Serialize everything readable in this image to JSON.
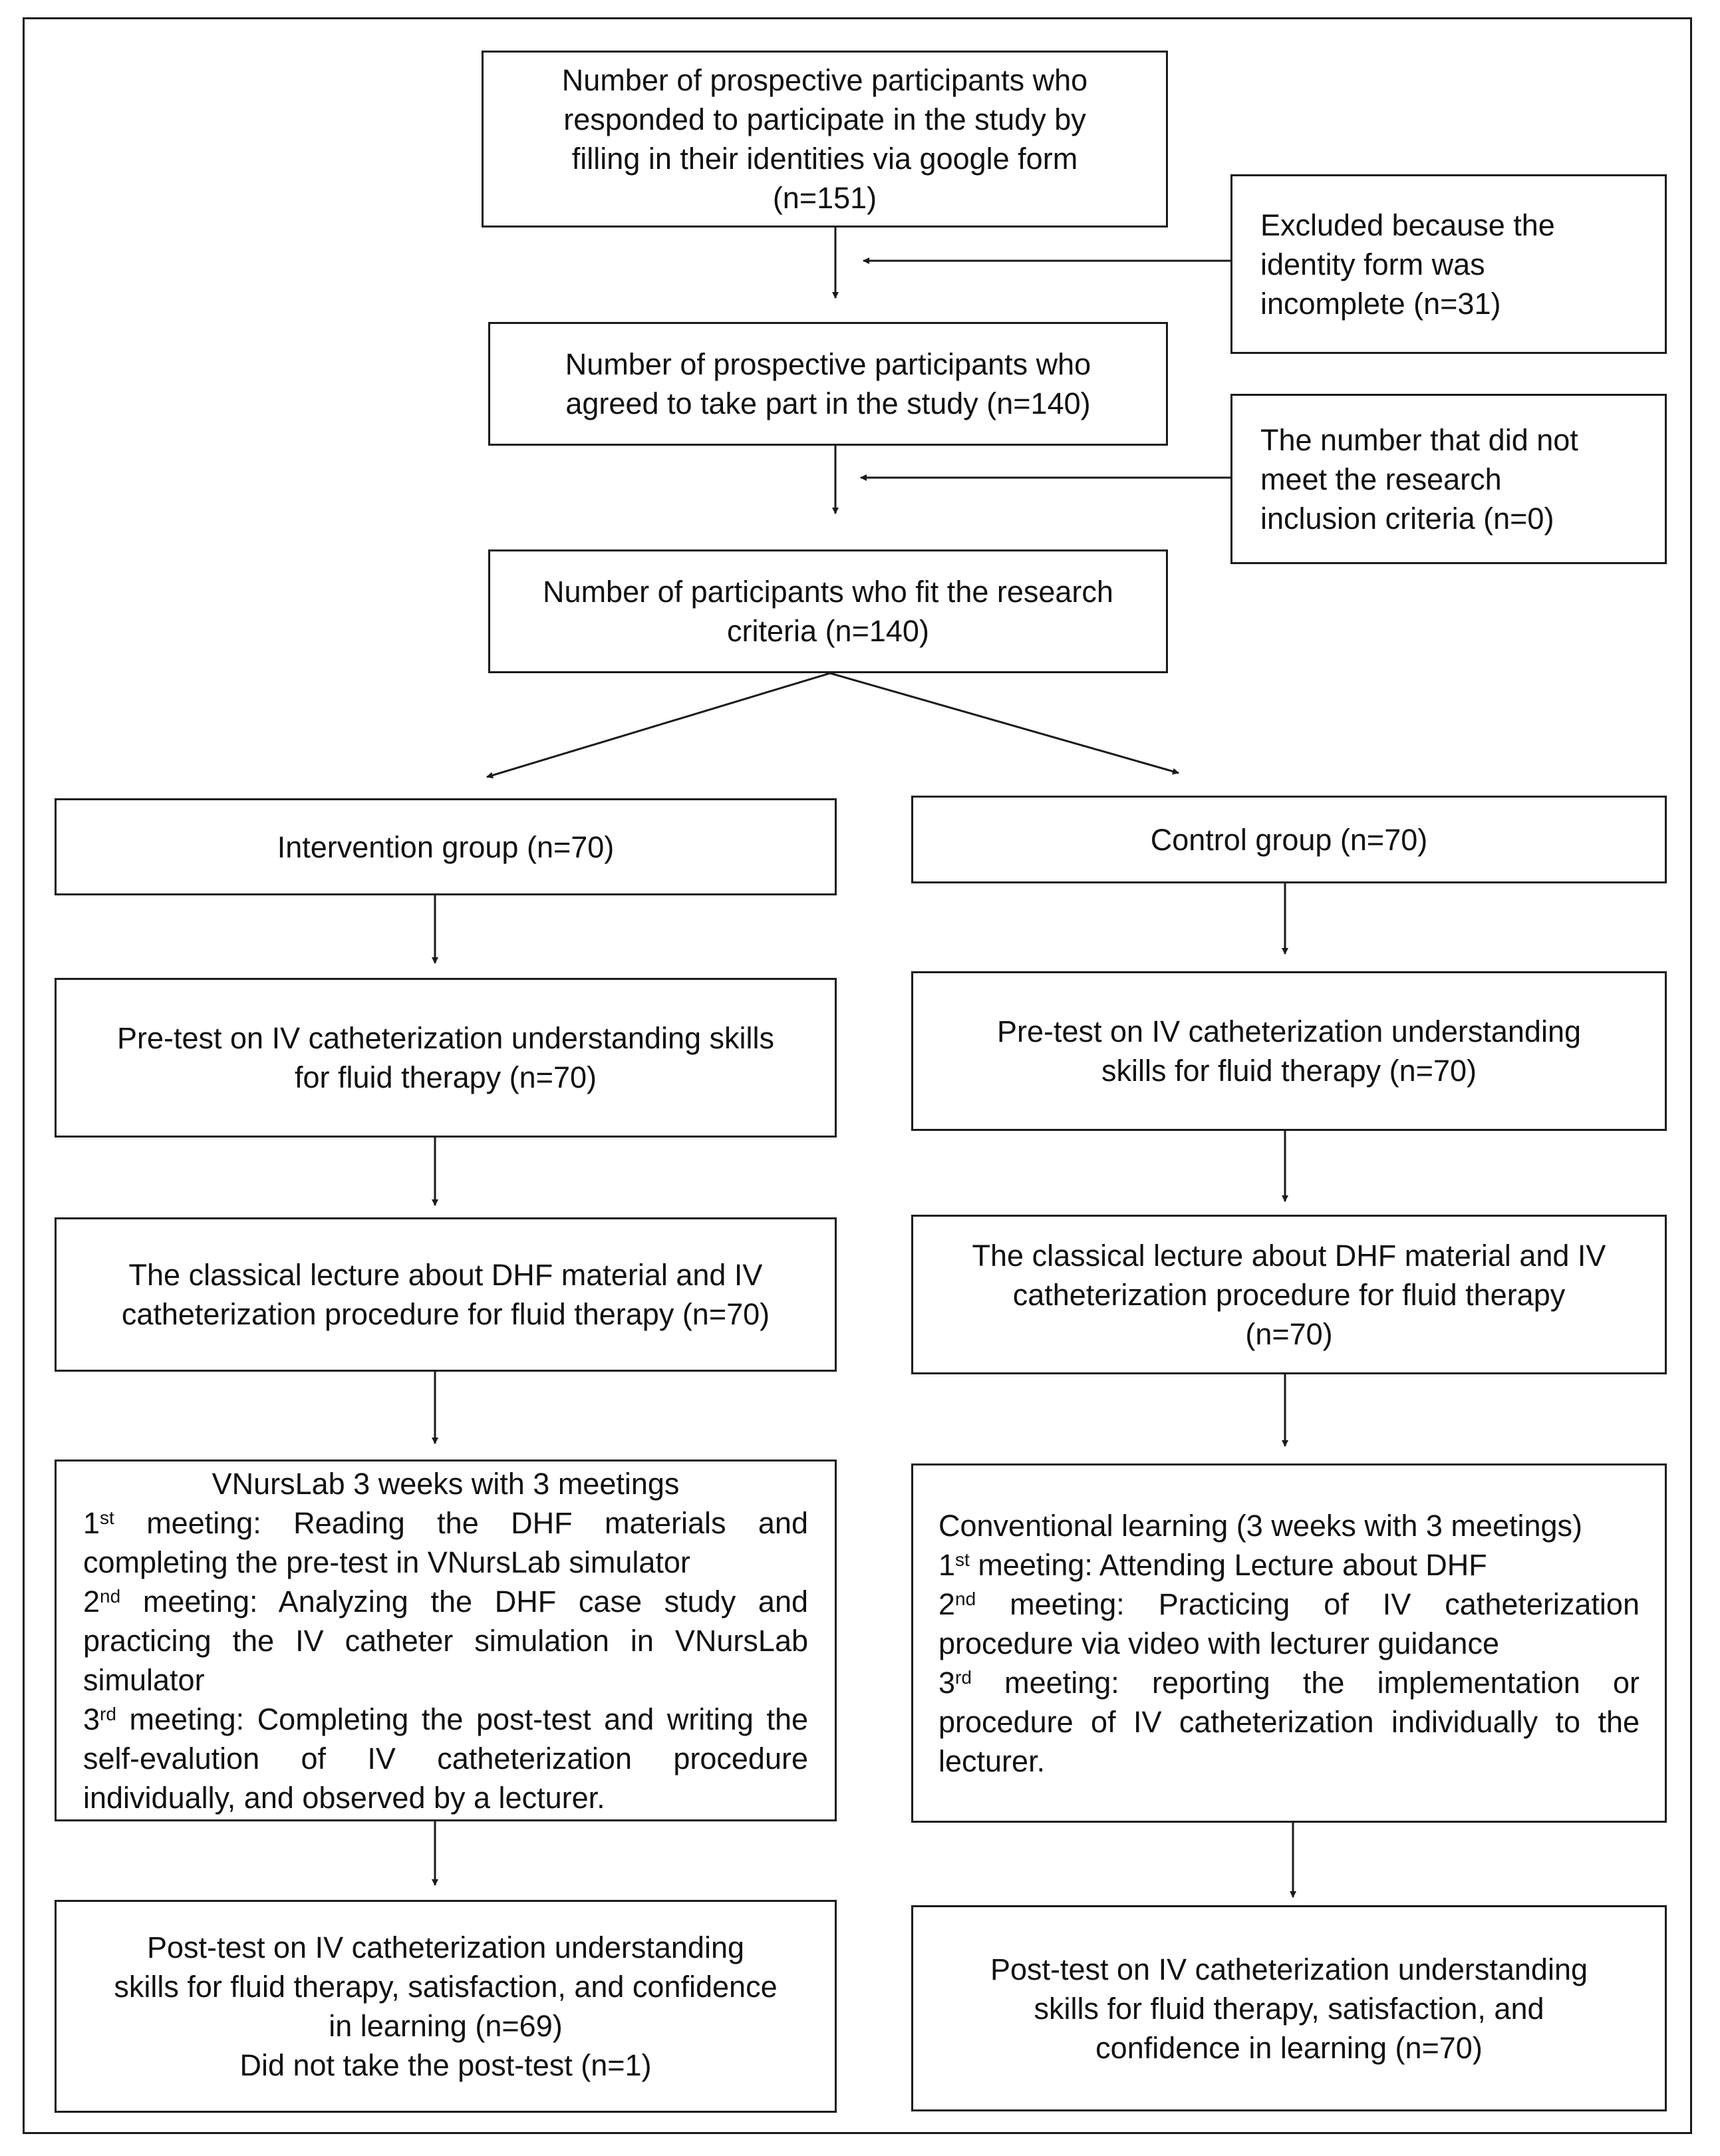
{
  "diagram": {
    "boxes": {
      "responded": {
        "lines": [
          "Number of prospective participants who",
          "responded to participate in the study by",
          "filling in their identities via google form",
          "(n=151)"
        ]
      },
      "excluded_incomplete": {
        "lines": [
          "Excluded because the",
          "identity form was",
          "incomplete (n=31)"
        ]
      },
      "agreed": {
        "lines": [
          "Number of prospective participants who",
          "agreed to take part in the study (n=140)"
        ]
      },
      "not_meet_criteria": {
        "lines": [
          "The number that did not",
          "meet the research",
          "inclusion criteria (n=0)"
        ]
      },
      "fit_criteria": {
        "lines": [
          "Number of participants who fit the research",
          "criteria (n=140)"
        ]
      },
      "intervention_group": {
        "text": "Intervention group (n=70)"
      },
      "control_group": {
        "text": "Control group (n=70)"
      },
      "intervention_pretest": {
        "lines": [
          "Pre-test on IV catheterization understanding skills",
          "for fluid therapy (n=70)"
        ]
      },
      "control_pretest": {
        "lines": [
          "Pre-test on IV catheterization understanding",
          "skills for fluid therapy (n=70)"
        ]
      },
      "intervention_lecture": {
        "lines": [
          "The classical lecture about DHF material and IV",
          "catheterization procedure for fluid therapy (n=70)"
        ]
      },
      "control_lecture": {
        "lines": [
          "The classical lecture about DHF material and IV",
          "catheterization procedure for fluid therapy",
          "(n=70)"
        ]
      },
      "intervention_vnurslab": {
        "title": "VNursLab 3 weeks with 3 meetings",
        "m1_ord": "1",
        "m1_sup": "st",
        "m1_text": " meeting: Reading the DHF materials and completing the pre-test in VNursLab simulator",
        "m2_ord": "2",
        "m2_sup": "nd",
        "m2_text": " meeting: Analyzing the DHF case study and practicing the IV catheter simulation in VNursLab simulator",
        "m3_ord": "3",
        "m3_sup": "rd",
        "m3_text": " meeting: Completing the post-test and writing the self-evalution of IV catheterization procedure individually, and observed by a lecturer."
      },
      "control_conventional": {
        "title": "Conventional learning (3 weeks with 3 meetings)",
        "m1_ord": "1",
        "m1_sup": "st",
        "m1_text": " meeting: Attending Lecture about DHF",
        "m2_ord": "2",
        "m2_sup": "nd",
        "m2_text": " meeting: Practicing of IV catheterization procedure via video with lecturer guidance",
        "m3_ord": "3",
        "m3_sup": "rd",
        "m3_text": " meeting: reporting the implementation or procedure of  IV catheterization individually to the lecturer."
      },
      "intervention_posttest": {
        "lines": [
          "Post-test on IV catheterization understanding",
          "skills for fluid therapy, satisfaction, and confidence",
          "in learning (n=69)",
          "Did not take the post-test (n=1)"
        ]
      },
      "control_posttest": {
        "lines": [
          "Post-test on IV catheterization understanding",
          "skills for fluid therapy, satisfaction, and",
          "confidence in learning (n=70)"
        ]
      }
    },
    "colors": {
      "stroke": "#1a1a1a",
      "text": "#111111",
      "background": "#ffffff"
    }
  }
}
